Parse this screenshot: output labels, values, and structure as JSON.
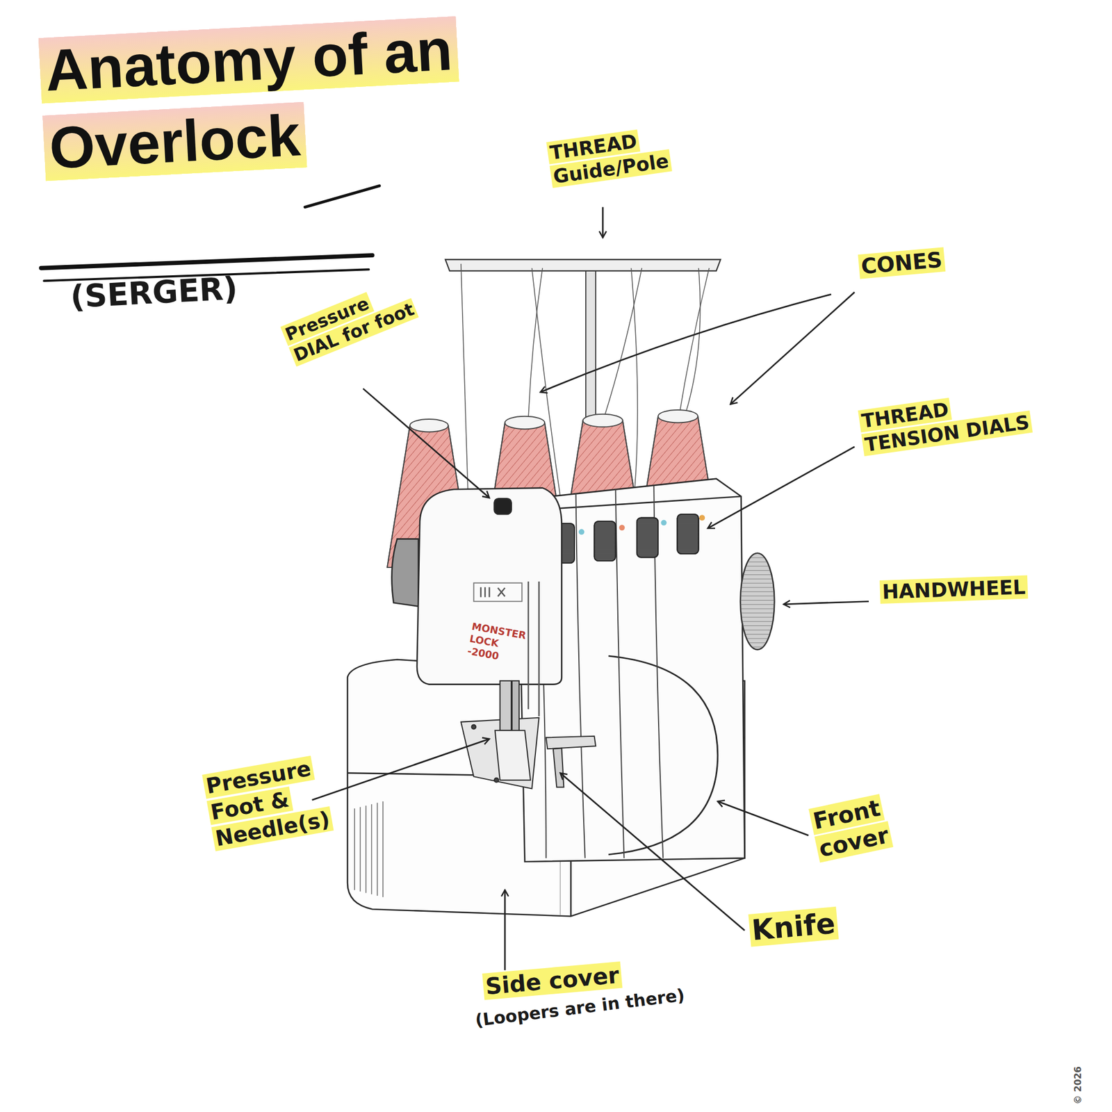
{
  "diagram": {
    "title": "Anatomy of an Overlock",
    "labels": [
      "(SERGER)",
      "THREAD Guide/Pole",
      "CONES",
      "Pressure DIAL for foot",
      "THREAD TENSION DIALS",
      "HANDWHEEL",
      "Pressure Foot & Needle(s)",
      "Front cover",
      "Knife",
      "Side cover",
      "(Loopers are in there)",
      "MONSTER LOCK -2000",
      "© 2026"
    ]
  }
}
